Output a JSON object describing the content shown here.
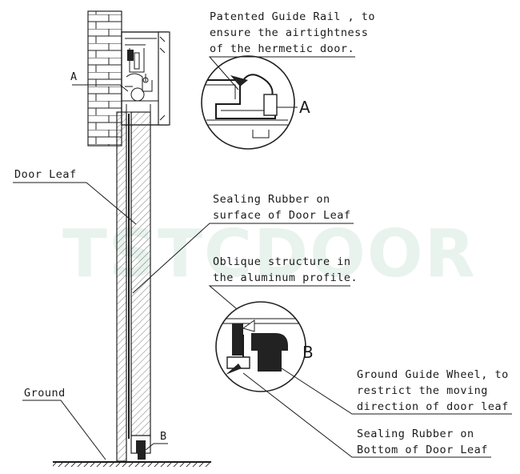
{
  "watermark": "TSTCDOOR",
  "callouts": {
    "guide_rail": [
      "Patented Guide Rail , to",
      "ensure the airtightness",
      "of the hermetic door."
    ],
    "detail_a": "A",
    "marker_a": "A",
    "door_leaf": "Door Leaf",
    "sealing_surface": [
      "Sealing Rubber on",
      "surface of Door Leaf"
    ],
    "oblique": [
      "Oblique structure in",
      "the aluminum profile."
    ],
    "detail_b": "B",
    "marker_b": "B",
    "ground": "Ground",
    "guide_wheel": [
      "Ground Guide Wheel, to",
      "restrict the moving",
      "direction of door leaf"
    ],
    "sealing_bottom": [
      "Sealing Rubber on",
      "Bottom of Door Leaf"
    ]
  }
}
